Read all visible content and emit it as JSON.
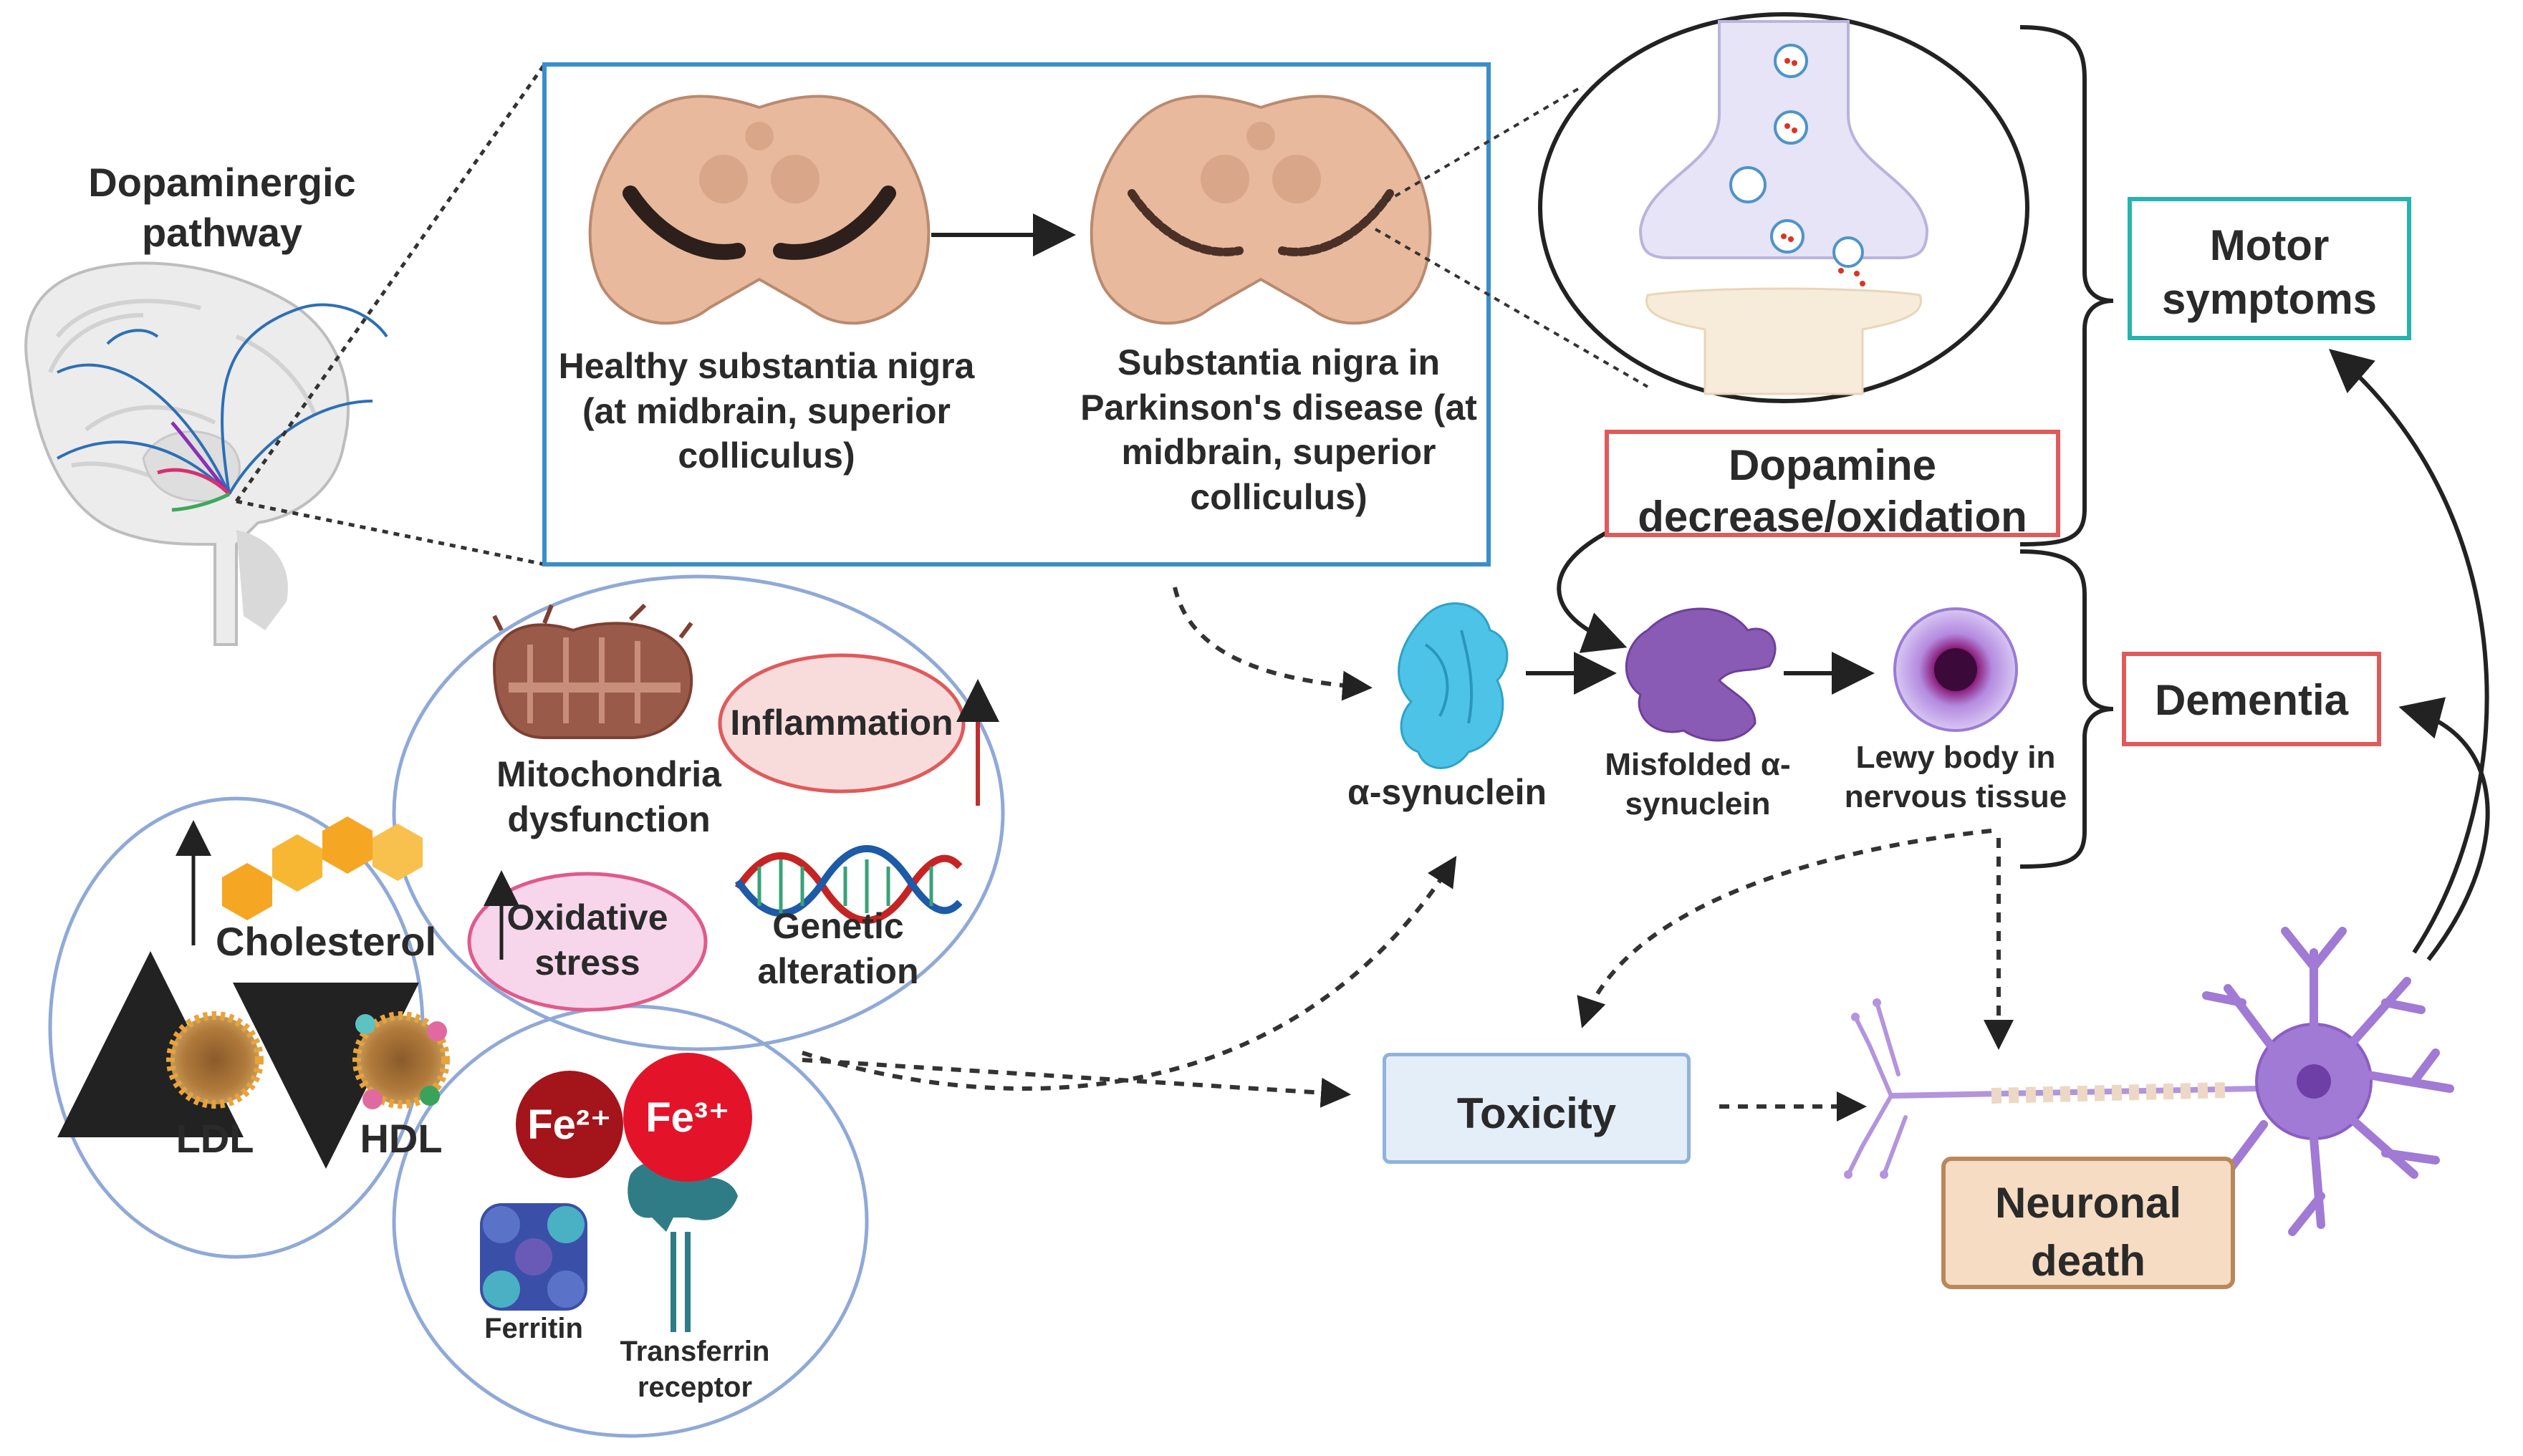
{
  "pathway": {
    "title": "Dopaminergic pathway"
  },
  "midbrain": {
    "healthy_label": "Healthy substantia nigra (at midbrain, superior colliculus)",
    "pd_label": "Substantia nigra in Parkinson's disease (at midbrain, superior colliculus)"
  },
  "dopamine_box": "Dopamine decrease/oxidation",
  "synuclein": {
    "alpha": "α-synuclein",
    "misfolded": "Misfolded α-synuclein",
    "lewy": "Lewy body in nervous tissue"
  },
  "outcomes": {
    "motor": "Motor symptoms",
    "dementia": "Dementia",
    "toxicity": "Toxicity",
    "neuronal_death": "Neuronal death"
  },
  "factors": {
    "mitochondria": "Mitochondria dysfunction",
    "inflammation": "Inflammation",
    "oxidative": "Oxidative stress",
    "genetic": "Genetic alteration",
    "cholesterol": "Cholesterol",
    "ldl": "LDL",
    "hdl": "HDL",
    "fe2": "Fe²⁺",
    "fe3": "Fe³⁺",
    "ferritin": "Ferritin",
    "transferrin": "Transferrin receptor"
  },
  "colors": {
    "blue_box": "#3a8fc8",
    "teal_box": "#27b3b0",
    "red_box": "#e05a5a",
    "circle_outline": "#8fa9d8",
    "toxicity_fill": "#e4eef9",
    "death_fill": "#f6dcc2",
    "midbrain": "#e8b99c",
    "fe2": "#a3141b",
    "fe3": "#e3142a"
  }
}
